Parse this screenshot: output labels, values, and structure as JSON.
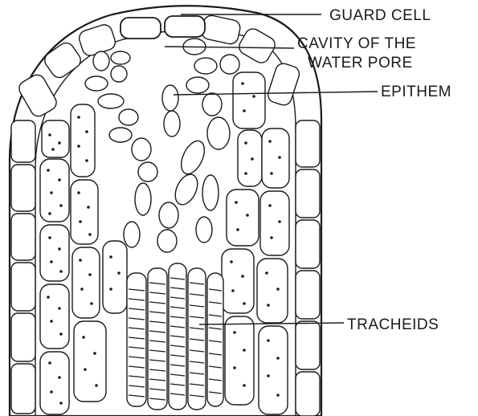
{
  "labels": {
    "guard_cell": "GUARD CELL",
    "cavity_line1": "CAVITY OF THE",
    "cavity_line2": "WATER PORE",
    "epithem": "EPITHEM",
    "tracheids": "TRACHEIDS"
  },
  "colors": {
    "ink": "#1a1a1a",
    "background": "#ffffff"
  }
}
